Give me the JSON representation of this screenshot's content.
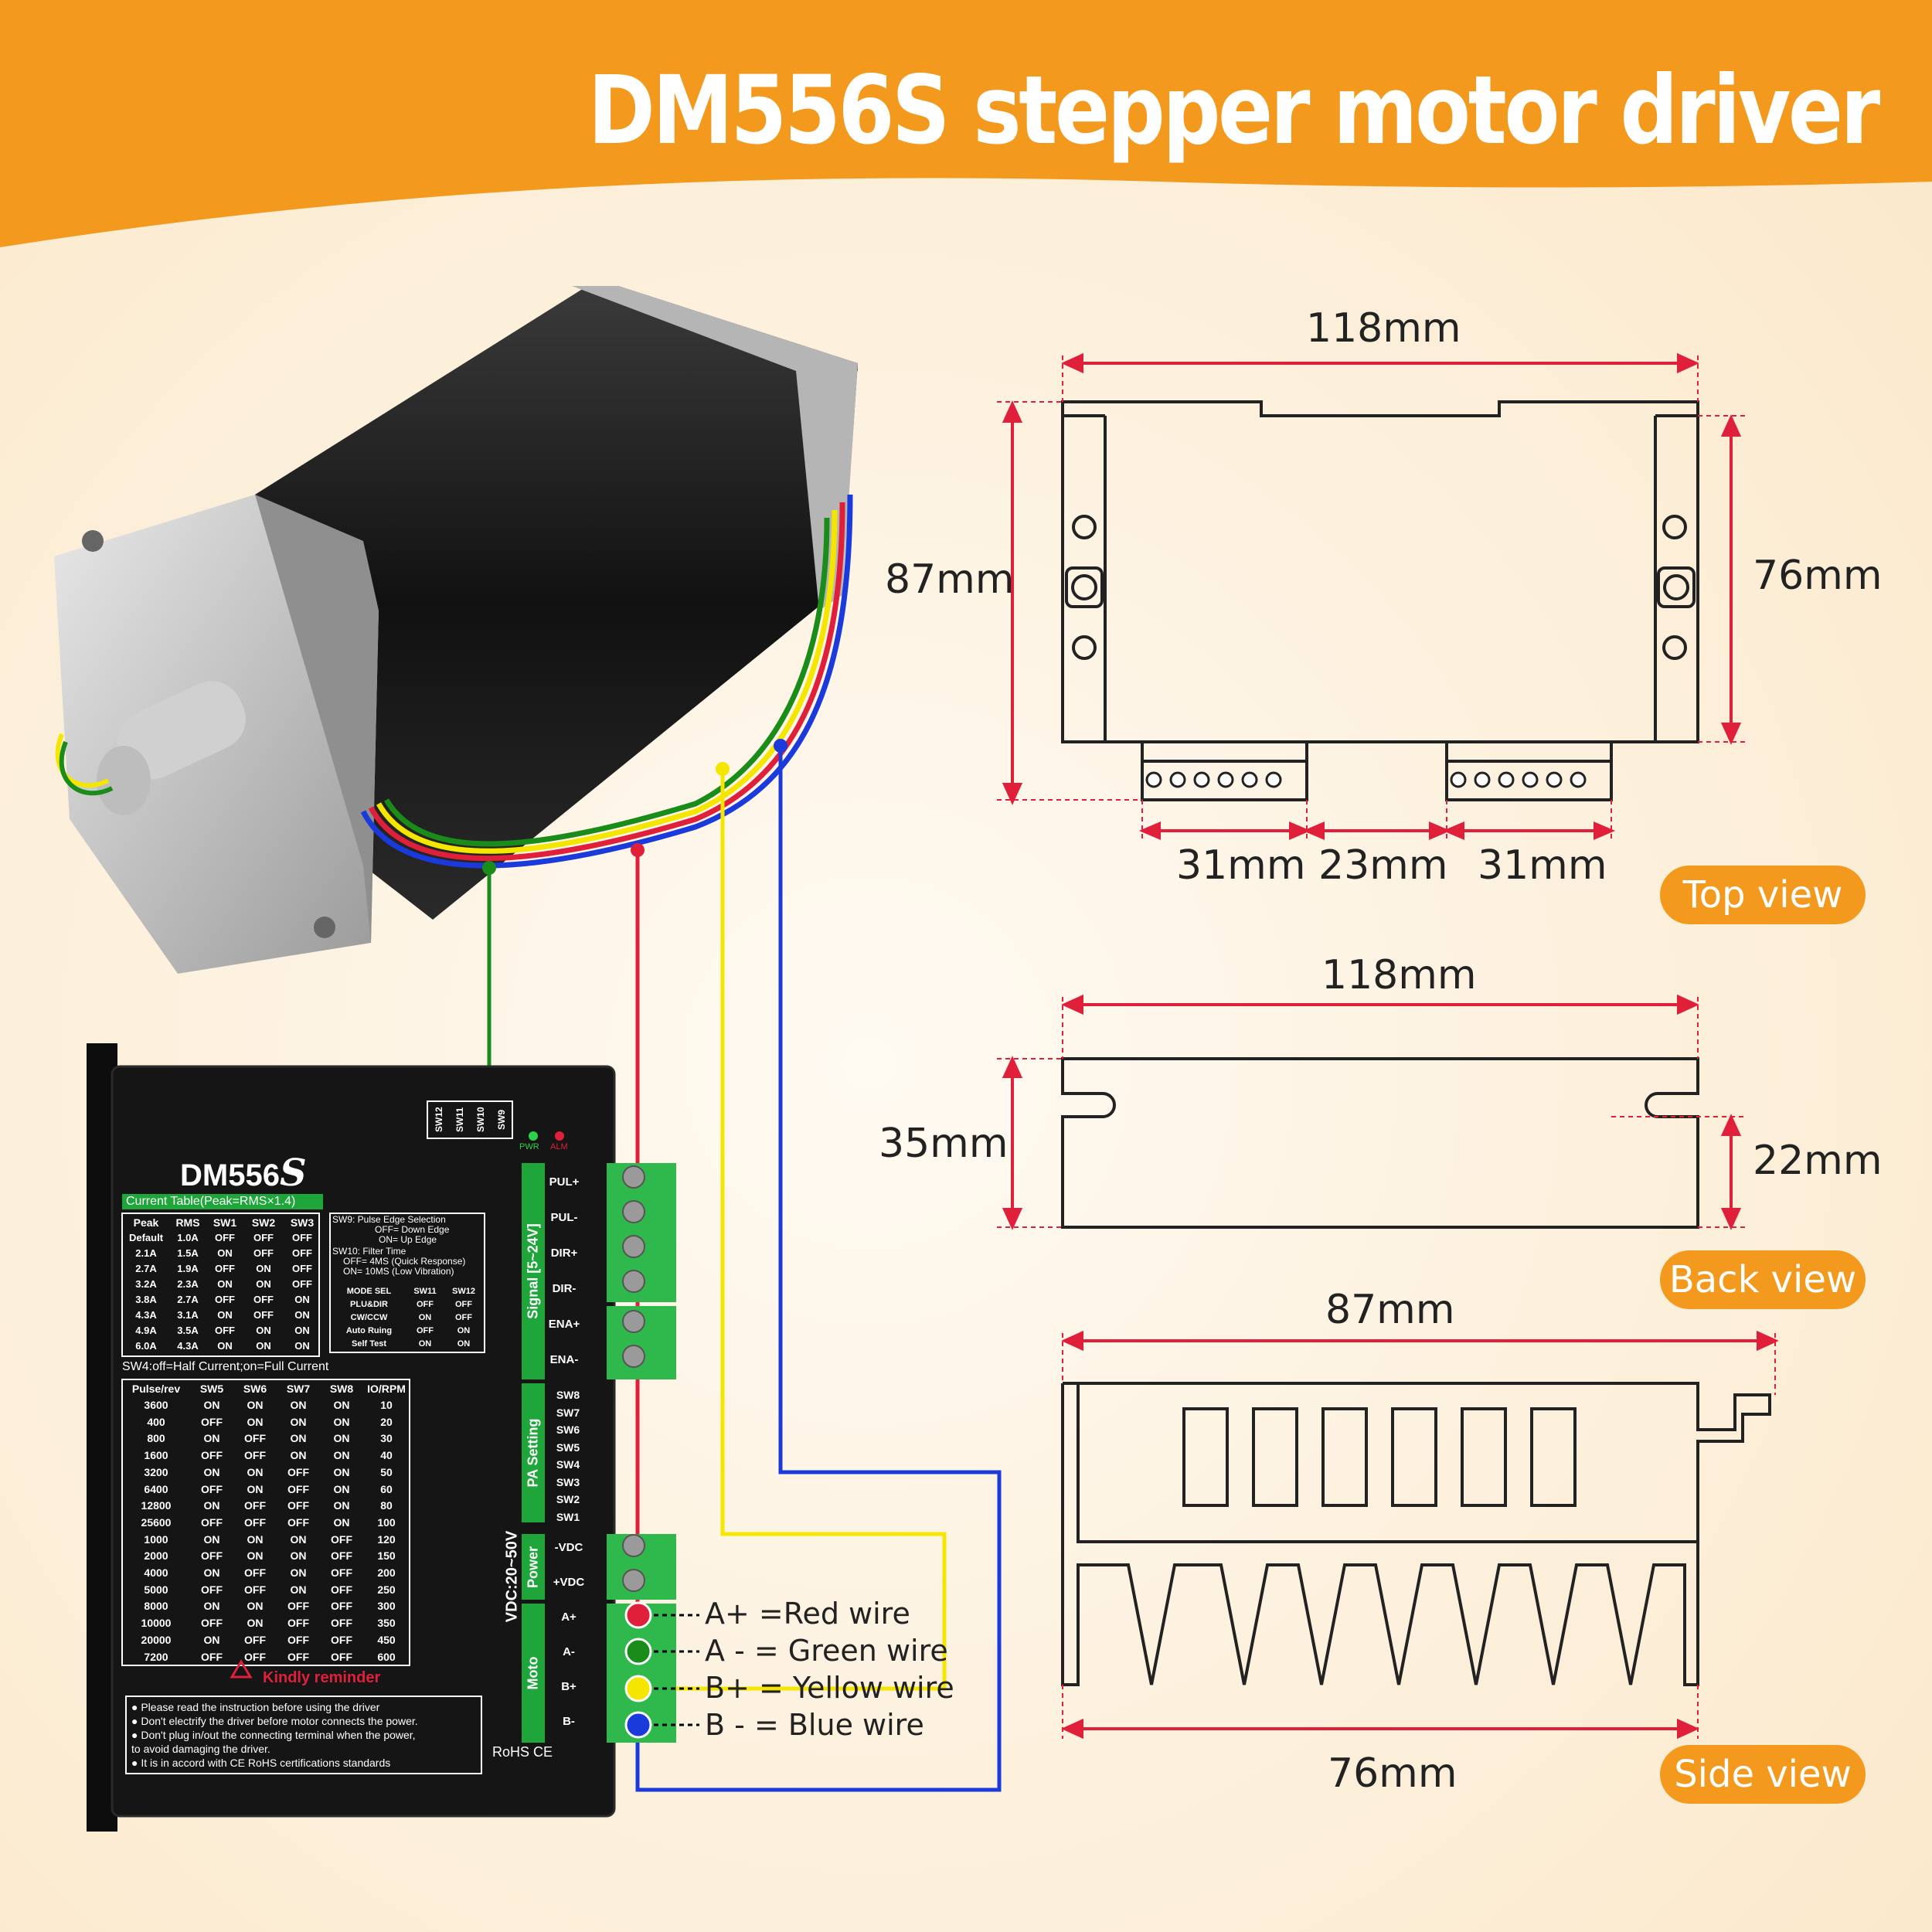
{
  "title": "DM556S stepper motor driver",
  "colors": {
    "orange": "#f39a1e",
    "red": "#e0203a",
    "green": "#1a8c1a",
    "yellow": "#f5e600",
    "blue": "#1a3adb"
  },
  "top_view": {
    "width": "118mm",
    "height": "87mm",
    "inner_height": "76mm",
    "terminal_left": "31mm",
    "gap": "23mm",
    "terminal_right": "31mm",
    "label": "Top view"
  },
  "back_view": {
    "width": "118mm",
    "height": "35mm",
    "slot_height": "22mm",
    "label": "Back view"
  },
  "side_view": {
    "top_width": "87mm",
    "bottom_width": "76mm",
    "label": "Side view"
  },
  "wires": [
    {
      "label": "A+ =Red wire",
      "color": "#e0203a"
    },
    {
      "label": "A - = Green wire",
      "color": "#1a8c1a"
    },
    {
      "label": "B+ = Yellow wire",
      "color": "#f5e600"
    },
    {
      "label": "B - = Blue wire",
      "color": "#1a3adb"
    }
  ],
  "driver": {
    "model": "DM556",
    "model_suffix": "S",
    "current_table_title": "Current Table(Peak=RMS×1.4)",
    "current_headers": [
      "Peak",
      "RMS",
      "SW1",
      "SW2",
      "SW3"
    ],
    "current_rows": [
      [
        "Default",
        "1.0A",
        "OFF",
        "OFF",
        "OFF"
      ],
      [
        "2.1A",
        "1.5A",
        "ON",
        "OFF",
        "OFF"
      ],
      [
        "2.7A",
        "1.9A",
        "OFF",
        "ON",
        "OFF"
      ],
      [
        "3.2A",
        "2.3A",
        "ON",
        "ON",
        "OFF"
      ],
      [
        "3.8A",
        "2.7A",
        "OFF",
        "OFF",
        "ON"
      ],
      [
        "4.3A",
        "3.1A",
        "ON",
        "OFF",
        "ON"
      ],
      [
        "4.9A",
        "3.5A",
        "OFF",
        "ON",
        "ON"
      ],
      [
        "6.0A",
        "4.3A",
        "ON",
        "ON",
        "ON"
      ]
    ],
    "sw9_note": [
      "SW9: Pulse Edge Selection",
      "OFF= Down Edge",
      "ON= Up Edge"
    ],
    "sw10_note": [
      "SW10: Filter Time",
      "OFF= 4MS (Quick Response)",
      "ON= 10MS (Low Vibration)"
    ],
    "mode_headers": [
      "MODE SEL",
      "SW11",
      "SW12"
    ],
    "mode_rows": [
      [
        "PLU&DIR",
        "OFF",
        "OFF"
      ],
      [
        "CW/CCW",
        "ON",
        "OFF"
      ],
      [
        "Auto Ruing",
        "OFF",
        "ON"
      ],
      [
        "Self Test",
        "ON",
        "ON"
      ]
    ],
    "sw4_note": "SW4:off=Half Current;on=Full Current",
    "pulse_headers": [
      "Pulse/rev",
      "SW5",
      "SW6",
      "SW7",
      "SW8",
      "IO/RPM"
    ],
    "pulse_rows": [
      [
        "3600",
        "ON",
        "ON",
        "ON",
        "ON",
        "10"
      ],
      [
        "400",
        "OFF",
        "ON",
        "ON",
        "ON",
        "20"
      ],
      [
        "800",
        "ON",
        "OFF",
        "ON",
        "ON",
        "30"
      ],
      [
        "1600",
        "OFF",
        "OFF",
        "ON",
        "ON",
        "40"
      ],
      [
        "3200",
        "ON",
        "ON",
        "OFF",
        "ON",
        "50"
      ],
      [
        "6400",
        "OFF",
        "ON",
        "OFF",
        "ON",
        "60"
      ],
      [
        "12800",
        "ON",
        "OFF",
        "OFF",
        "ON",
        "80"
      ],
      [
        "25600",
        "OFF",
        "OFF",
        "OFF",
        "ON",
        "100"
      ],
      [
        "1000",
        "ON",
        "ON",
        "ON",
        "OFF",
        "120"
      ],
      [
        "2000",
        "OFF",
        "ON",
        "ON",
        "OFF",
        "150"
      ],
      [
        "4000",
        "ON",
        "OFF",
        "ON",
        "OFF",
        "200"
      ],
      [
        "5000",
        "OFF",
        "OFF",
        "ON",
        "OFF",
        "250"
      ],
      [
        "8000",
        "ON",
        "ON",
        "OFF",
        "OFF",
        "300"
      ],
      [
        "10000",
        "OFF",
        "ON",
        "OFF",
        "OFF",
        "350"
      ],
      [
        "20000",
        "ON",
        "OFF",
        "OFF",
        "OFF",
        "450"
      ],
      [
        "7200",
        "OFF",
        "OFF",
        "OFF",
        "OFF",
        "600"
      ]
    ],
    "reminder_title": "Kindly reminder",
    "reminder_lines": [
      "● Please read the instruction before using the driver",
      "● Don't electrify the driver before motor connects the power.",
      "● Don't plug in/out the connecting terminal when the power,",
      "   to avoid damaging the driver.",
      "● It is in accord with CE RoHS certifications standards"
    ],
    "rohs": "RoHS  CE",
    "sw_top": [
      "SW12",
      "SW11",
      "SW10",
      "SW9"
    ],
    "pwr": "PWR",
    "alm": "ALM",
    "signal_label": "Signal [5~24V]",
    "signal_pins": [
      "PUL+",
      "PUL-",
      "DIR+",
      "DIR-",
      "ENA+",
      "ENA-"
    ],
    "pa_label": "PA Setting",
    "pa_pins": [
      "SW8",
      "SW7",
      "SW6",
      "SW5",
      "SW4",
      "SW3",
      "SW2",
      "SW1"
    ],
    "vdc_label": "VDC:20~50V",
    "power_label": "Power",
    "power_pins": [
      "-VDC",
      "+VDC"
    ],
    "motor_label": "Moto",
    "motor_pins": [
      "A+",
      "A-",
      "B+",
      "B-"
    ]
  }
}
